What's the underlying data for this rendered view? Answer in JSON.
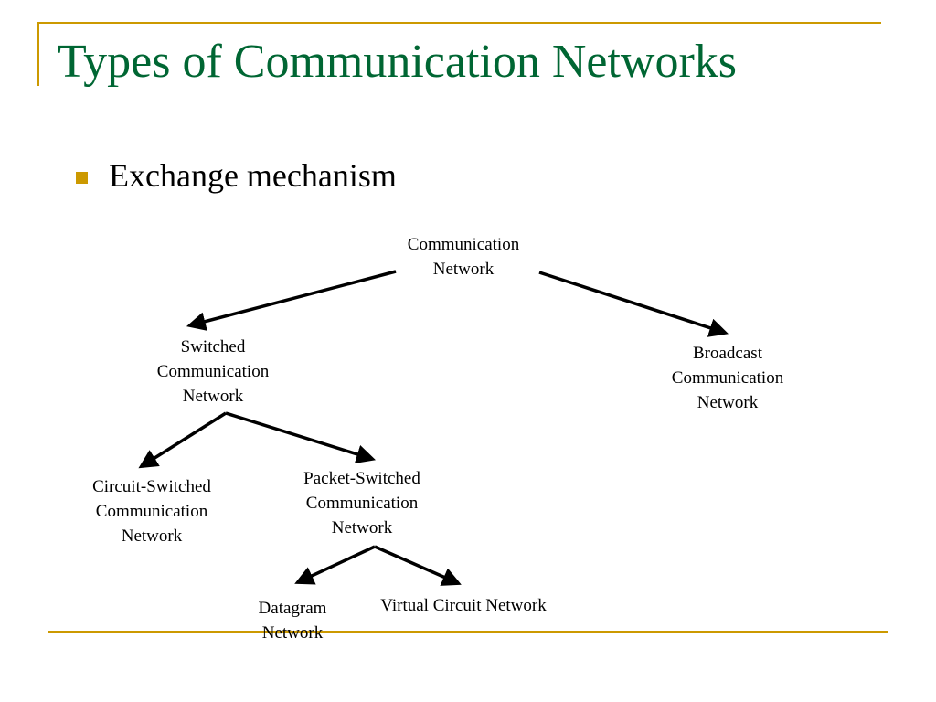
{
  "title": "Types of Communication Networks",
  "bullet": "Exchange mechanism",
  "colors": {
    "title": "#006633",
    "accent": "#cc9900",
    "text": "#000000"
  },
  "diagram": {
    "root": {
      "line1": "Communication",
      "line2": "Network"
    },
    "switched": {
      "line1": "Switched",
      "line2": "Communication",
      "line3": "Network"
    },
    "broadcast": {
      "line1": "Broadcast",
      "line2": "Communication",
      "line3": "Network"
    },
    "circuit": {
      "line1": "Circuit-Switched",
      "line2": "Communication",
      "line3": "Network"
    },
    "packet": {
      "line1": "Packet-Switched",
      "line2": "Communication",
      "line3": "Network"
    },
    "datagram": {
      "line1": "Datagram",
      "line2": "Network"
    },
    "virtual": {
      "line1": "Virtual Circuit Network"
    }
  }
}
